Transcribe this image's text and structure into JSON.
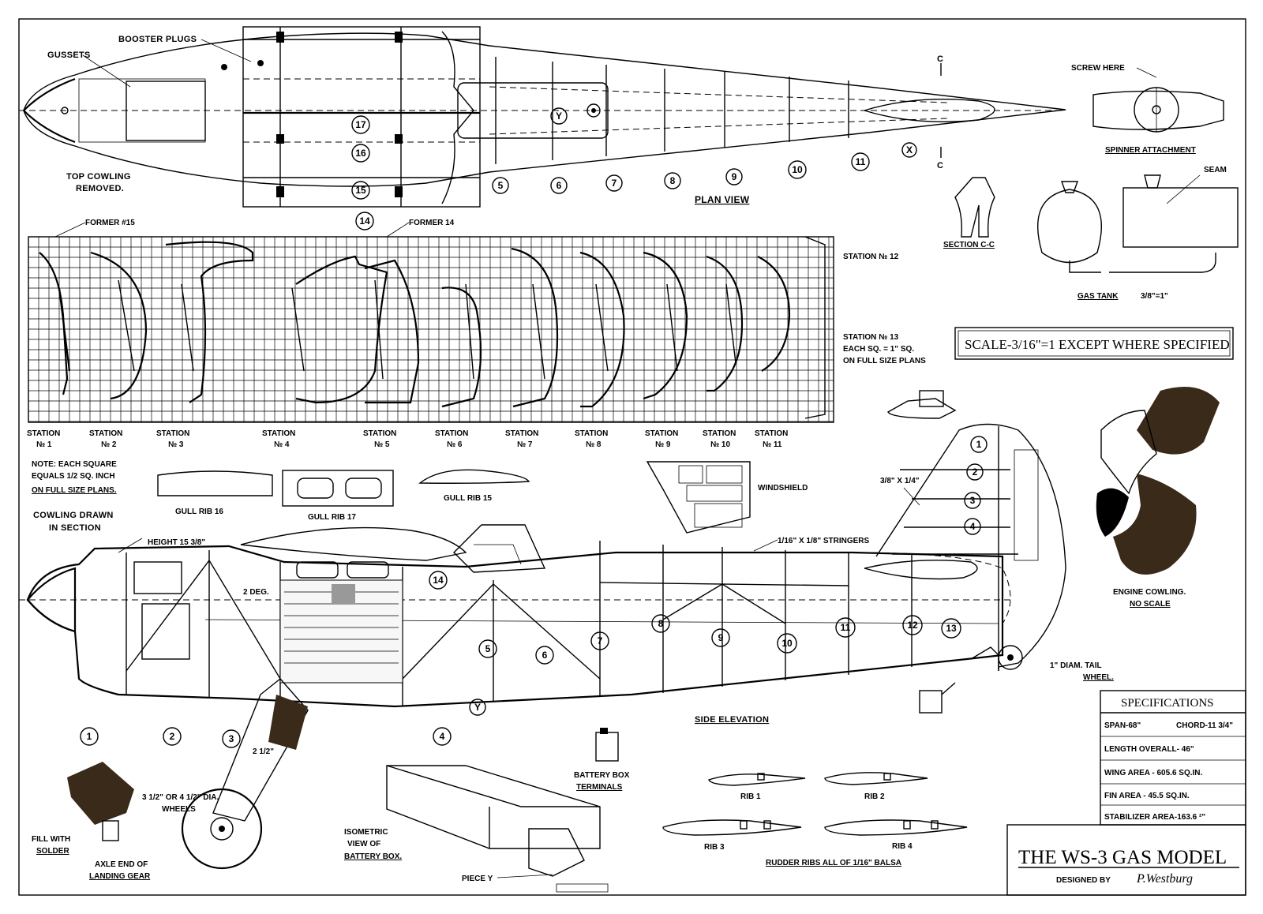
{
  "title": {
    "main": "THE WS-3 GAS MODEL",
    "designed_by": "DESIGNED BY",
    "signature": "P.Westburg"
  },
  "scale_note": "SCALE-3/16\"=1 EXCEPT WHERE SPECIFIED",
  "plan_view": {
    "title": "PLAN VIEW",
    "labels": {
      "booster_plugs": "BOOSTER PLUGS",
      "gussets": "GUSSETS",
      "top_cowling_1": "TOP COWLING",
      "top_cowling_2": "REMOVED."
    },
    "stations": [
      "5",
      "6",
      "7",
      "8",
      "9",
      "10",
      "11"
    ],
    "marks": [
      "17",
      "16",
      "15",
      "14",
      "Y",
      "X"
    ],
    "section_marker": "C"
  },
  "spinner": {
    "screw_here": "SCREW HERE",
    "caption": "SPINNER ATTACHMENT"
  },
  "section_cc": "SECTION C-C",
  "gas_tank": {
    "caption": "GAS TANK",
    "scale": "3/8\"=1\"",
    "seam": "SEAM"
  },
  "formers": {
    "former15": "FORMER #15",
    "former14": "FORMER 14",
    "station12": "STATION № 12",
    "station13_1": "STATION № 13",
    "station13_2": "EACH SQ. = 1\" SQ.",
    "station13_3": "ON FULL SIZE PLANS",
    "stations": [
      {
        "a": "STATION",
        "b": "№ 1"
      },
      {
        "a": "STATION",
        "b": "№ 2"
      },
      {
        "a": "STATION",
        "b": "№ 3"
      },
      {
        "a": "STATION",
        "b": "№ 4"
      },
      {
        "a": "STATION",
        "b": "№ 5"
      },
      {
        "a": "STATION",
        "b": "№ 6"
      },
      {
        "a": "STATION",
        "b": "№ 7"
      },
      {
        "a": "STATION",
        "b": "№ 8"
      },
      {
        "a": "STATION",
        "b": "№ 9"
      },
      {
        "a": "STATION",
        "b": "№ 10"
      },
      {
        "a": "STATION",
        "b": "№ 11"
      }
    ]
  },
  "notes": {
    "note1": "NOTE: EACH SQUARE",
    "note2": "EQUALS 1/2 SQ. INCH",
    "note3": "ON FULL SIZE PLANS.",
    "gull16": "GULL RIB 16",
    "gull17": "GULL RIB 17",
    "gull15": "GULL RIB 15",
    "windshield": "WINDSHIELD",
    "cowling1": "COWLING DRAWN",
    "cowling2": "IN SECTION",
    "height": "HEIGHT 15 3/8\"",
    "two_deg": "2 DEG.",
    "stringers": "1/16\" X 1/8\" STRINGERS",
    "three_eighths": "3/8\" X 1/4\""
  },
  "side_elevation": {
    "title": "SIDE ELEVATION",
    "stations": [
      "1",
      "2",
      "3",
      "4",
      "5",
      "6",
      "7",
      "8",
      "9",
      "10",
      "11",
      "12",
      "13",
      "14"
    ],
    "tail_wheel_1": "1\" DIAM. TAIL",
    "tail_wheel_2": "WHEEL.",
    "gear_width": "2 1/2\"",
    "wheels_1": "3 1/2\" OR 4 1/2\" DIA.",
    "wheels_2": "WHEELS",
    "fill_1": "FILL WITH",
    "fill_2": "SOLDER",
    "axle_1": "AXLE END OF",
    "axle_2": "LANDING GEAR",
    "battery_terminals_1": "BATTERY BOX",
    "battery_terminals_2": "TERMINALS",
    "iso_1": "ISOMETRIC",
    "iso_2": "VIEW OF",
    "iso_3": "BATTERY BOX.",
    "piece_y": "PIECE Y"
  },
  "engine_cowling": {
    "caption": "ENGINE COWLING.",
    "scale": "NO SCALE"
  },
  "ribs": {
    "rib1": "RIB 1",
    "rib2": "RIB 2",
    "rib3": "RIB 3",
    "rib4": "RIB 4",
    "rudder_note": "RUDDER RIBS ALL OF 1/16\" BALSA"
  },
  "specifications": {
    "header": "SPECIFICATIONS",
    "span": "SPAN-68\"",
    "chord": "CHORD-11 3/4\"",
    "length": "LENGTH OVERALL- 46\"",
    "wing_area": "WING AREA - 605.6 SQ.IN.",
    "fin_area": "FIN AREA - 45.5 SQ.IN.",
    "stabilizer": "STABILIZER AREA-163.6 ²\""
  }
}
